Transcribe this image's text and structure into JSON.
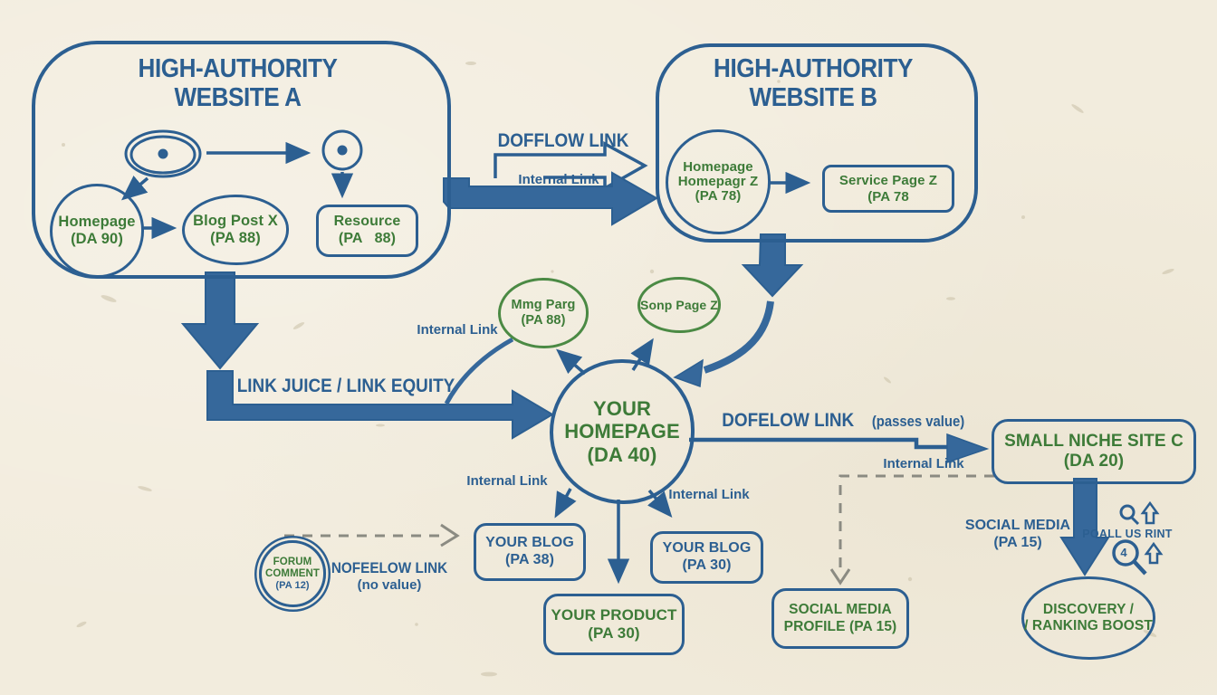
{
  "palette": {
    "blue": "#2c5f91",
    "green": "#3d7b38",
    "gray": "#8b8b82",
    "paper": "#f2ecdd"
  },
  "website_a": {
    "title1": "HIGH-AUTHORITY",
    "title2": "WEBSITE A",
    "homepage": {
      "line1": "Homepage",
      "line2": "(DA 90)"
    },
    "blog_post": {
      "line1": "Blog Post X",
      "line2": "(PA 88)"
    },
    "resource": {
      "line1": "Resource",
      "line2": "(PA   88)"
    }
  },
  "website_b": {
    "title1": "HIGH-AUTHORITY",
    "title2": "WEBSITE B",
    "homepage": {
      "line1": "Homepage",
      "line2": "Homepagr Z",
      "line3": "(PA 78)"
    },
    "service": {
      "line1": "Service Page Z",
      "line2": "(PA 78"
    }
  },
  "center": {
    "your_homepage": {
      "line1": "YOUR",
      "line2": "HOMEPAGE",
      "line3": "(DA 40)"
    },
    "mmg_parg": {
      "line1": "Mmg Parg",
      "line2": "(PA 88)"
    },
    "sonp_page": {
      "line1": "Sonp Page Z"
    }
  },
  "niche_c": {
    "line1": "SMALL NICHE SITE C",
    "line2": "(DA 20)"
  },
  "bottom": {
    "blog38": {
      "line1": "YOUR BLOG",
      "line2": "(PA 38)"
    },
    "blog30": {
      "line1": "YOUR BLOG",
      "line2": "(PA 30)"
    },
    "product": {
      "line1": "YOUR PRODUCT",
      "line2": "(PA 30)"
    },
    "social_profile": {
      "line1": "SOCIAL MEDIA",
      "line2": "PROFILE (PA 15)"
    },
    "forum": {
      "line1": "FORUM",
      "line2": "COMMENT",
      "line3": "(PA 12)"
    },
    "discovery": {
      "line1": "DISCOVERY /",
      "line2": "/ RANKING BOOST"
    }
  },
  "labels": {
    "dofollow_ab": "DOFFLOW LINK",
    "internal_ab": "Internal Link",
    "link_juice": "LINK JUICE / LINK EQUITY",
    "internal_left": "Internal Link",
    "internal_bottom_left": "Internal Link",
    "internal_bottom_right": "Internal Link",
    "dofollow_c": "DOFELOW LINK",
    "passes_value": "(passes value)",
    "internal_right": "Internal Link",
    "social_media1": "SOCIAL MEDIA",
    "social_media2": "(PA 15)",
    "poall": "POALL US RINT",
    "magnifier_digit": "4",
    "nofollow1": "NOFEELOW LINK",
    "nofollow2": "(no value)"
  }
}
